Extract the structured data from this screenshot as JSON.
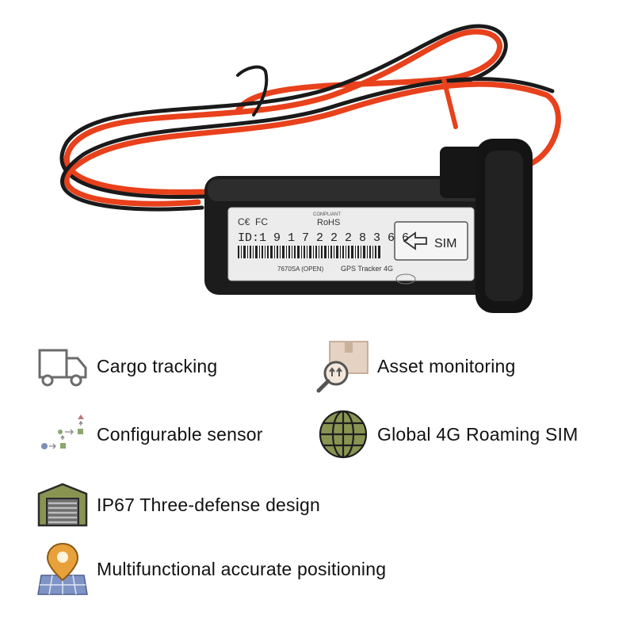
{
  "product": {
    "sticker": {
      "rohs": "RoHS",
      "compliant": "COMPLIANT",
      "id_line": "ID:1 9 1 7 2 2 2 8 3 6 6",
      "model_line": "GPS Tracker 4G",
      "code_line": "7670SA (OPEN)",
      "sim_label": "SIM"
    }
  },
  "features": [
    {
      "icon": "truck-icon",
      "label": "Cargo tracking"
    },
    {
      "icon": "box-magnifier-icon",
      "label": "Asset monitoring"
    },
    {
      "icon": "sensor-nodes-icon",
      "label": "Configurable sensor"
    },
    {
      "icon": "globe-icon",
      "label": "Global 4G Roaming SIM"
    },
    {
      "icon": "warehouse-shield-icon",
      "label": "IP67 Three-defense design"
    },
    {
      "icon": "map-pin-icon",
      "label": "Multifunctional accurate positioning"
    }
  ],
  "colors": {
    "wire_red": "#e8411c",
    "wire_black": "#1a1a1a",
    "device_body": "#1c1c1c",
    "icon_olive": "#8a9452",
    "icon_gray": "#6b6b6b"
  }
}
